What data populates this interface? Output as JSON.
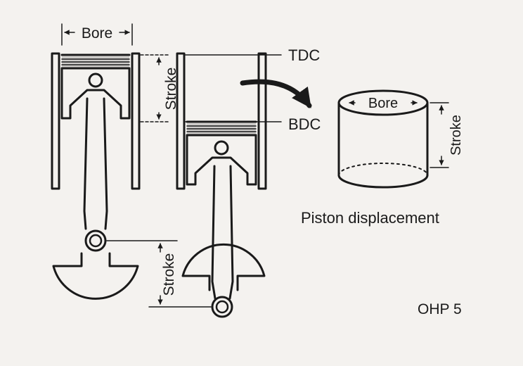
{
  "labels": {
    "bore_top": "Bore",
    "stroke_cylinder": "Stroke",
    "tdc": "TDC",
    "bdc": "BDC",
    "bore_displacement": "Bore",
    "stroke_displacement": "Stroke",
    "stroke_crank": "Stroke",
    "piston_displacement": "Piston displacement",
    "slide_number": "OHP 5"
  },
  "colors": {
    "ink": "#1a1a1a",
    "paper": "#f4f2ef"
  }
}
